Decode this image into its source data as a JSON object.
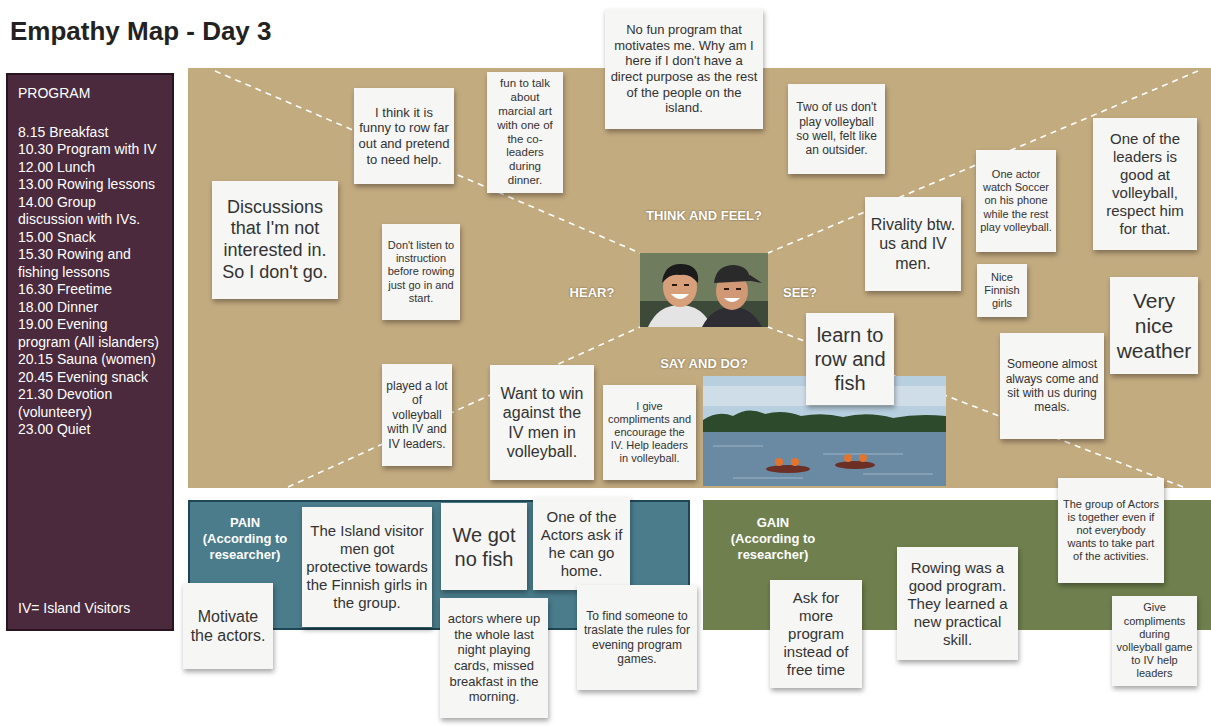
{
  "diagram": {
    "title": "Empathy Map - Day 3",
    "nodes": [
      {
        "text": [
          "PROGRAM",
          "8.15 Breakfast",
          "10.30 Program with IV",
          "12.00 Lunch",
          "13.00 Rowing lessons",
          "14.00 Group discussion with IVs.",
          "15.00 Snack",
          "15.30 Rowing and fishing lessons",
          "16.30 Freetime",
          "18.00 Dinner",
          "19.00 Evening program (All islanders)",
          "20.15 Sauna (women)",
          "20.45 Evening snack",
          "21.30 Devotion (volunteery)",
          "23.00 Quiet",
          "IV= Island Visitors"
        ]
      },
      {
        "text": [
          "THINK AND FEEL?",
          "HEAR?",
          "SEE?",
          "SAY AND DO?"
        ]
      },
      {
        "text": [
          "No fun program that motivates me. Why am I here if I don't have a direct purpose as the rest of the people on the island."
        ]
      },
      {
        "text": [
          "Discussions that I'm not interested in. So I don't go."
        ],
        "in": 1
      },
      {
        "text": [
          "I think it is funny to row far out and pretend to need help."
        ],
        "in": 1
      },
      {
        "text": [
          "fun to talk about marcial art with one of the co-leaders during dinner."
        ],
        "in": 1
      },
      {
        "text": [
          "Two of us don't play volleyball so well, felt like an outsider."
        ],
        "in": 1
      },
      {
        "text": [
          "One actor watch Soccer on his phone while the rest play volleyball."
        ],
        "in": 1
      },
      {
        "text": [
          "One of the leaders is good at volleyball, respect him for that."
        ],
        "in": 1
      },
      {
        "text": [
          "Don't listen to instruction before rowing just go in and start."
        ],
        "in": 1
      },
      {
        "text": [
          "Rivality btw. us and IV men."
        ],
        "in": 1
      },
      {
        "text": [
          "Nice Finnish girls"
        ],
        "in": 1
      },
      {
        "text": [
          "Very nice weather"
        ],
        "in": 1
      },
      {
        "text": [
          "learn to row and fish"
        ],
        "in": 1
      },
      {
        "text": [
          "played a lot of volleyball with IV and IV leaders."
        ],
        "in": 1
      },
      {
        "text": [
          "Want to win against the IV men in volleyball."
        ],
        "in": 1
      },
      {
        "text": [
          "I give compliments and encourage the IV. Help leaders in volleyball."
        ],
        "in": 1
      },
      {
        "text": [
          "Someone almost always come and sit with us during meals."
        ],
        "in": 1
      },
      {
        "text": [
          "PAIN",
          "(According to researcher)"
        ]
      },
      {
        "text": [
          "The Island visitor men got protective towards the Finnish girls in the group."
        ],
        "in": 18
      },
      {
        "text": [
          "We got no fish"
        ],
        "in": 18
      },
      {
        "text": [
          "One of the Actors ask if he can go home."
        ],
        "in": 18
      },
      {
        "text": [
          "Motivate the actors."
        ]
      },
      {
        "text": [
          "actors where up the whole last night playing cards, missed breakfast in the morning."
        ]
      },
      {
        "text": [
          "To find someone to traslate the rules for evening program games."
        ]
      },
      {
        "text": [
          "GAIN",
          "(According to researcher)"
        ]
      },
      {
        "text": [
          "Ask for more program instead of free time"
        ]
      },
      {
        "text": [
          "Rowing was a good program. They learned a new practical skill."
        ]
      },
      {
        "text": [
          "The group of Actors is together even if not everybody wants to take part of the activities."
        ]
      },
      {
        "text": [
          "Give compliments during volleyball game to IV help leaders"
        ]
      }
    ]
  }
}
